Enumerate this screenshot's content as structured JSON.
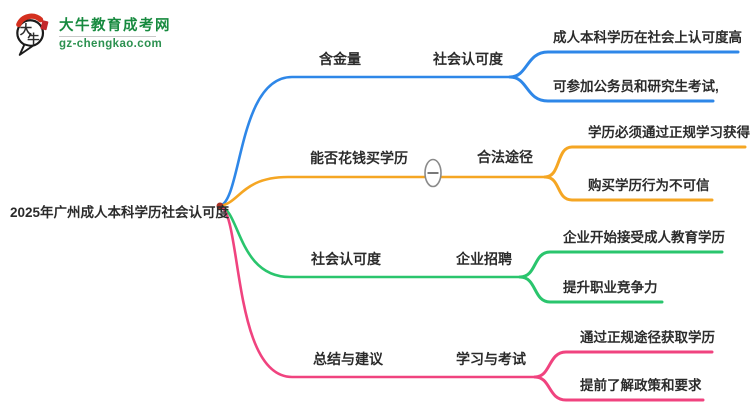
{
  "palette": {
    "blue": "#2e87e8",
    "orange": "#f5a623",
    "green": "#2ac56d",
    "pink": "#f0437f",
    "text": "#2b2b2b",
    "logo_green": "#178a3f",
    "root_dot": "#a93226",
    "collapse_gray": "#8a8a8a"
  },
  "logo": {
    "icon_char_1": "大",
    "icon_char_2": "牛",
    "title": "大牛教育成考网",
    "url": "gz-chengkao.com"
  },
  "root": {
    "label": "2025年广州成人本科学历社会认可度",
    "dot_color": "#a93226"
  },
  "collapse_button": {
    "state": "expanded",
    "glyph": "−"
  },
  "branches": [
    {
      "color": "#2e87e8",
      "level1": "含金量",
      "level2": "社会认可度",
      "leaves": [
        "成人本科学历在社会上认可度高",
        "可参加公务员和研究生考试,"
      ]
    },
    {
      "color": "#f5a623",
      "level1": "能否花钱买学历",
      "level2": "合法途径",
      "leaves": [
        "学历必须通过正规学习获得",
        "购买学历行为不可信"
      ]
    },
    {
      "color": "#2ac56d",
      "level1": "社会认可度",
      "level2": "企业招聘",
      "leaves": [
        "企业开始接受成人教育学历",
        "提升职业竞争力"
      ]
    },
    {
      "color": "#f0437f",
      "level1": "总结与建议",
      "level2": "学习与考试",
      "leaves": [
        "通过正规途径获取学历",
        "提前了解政策和要求"
      ]
    }
  ]
}
